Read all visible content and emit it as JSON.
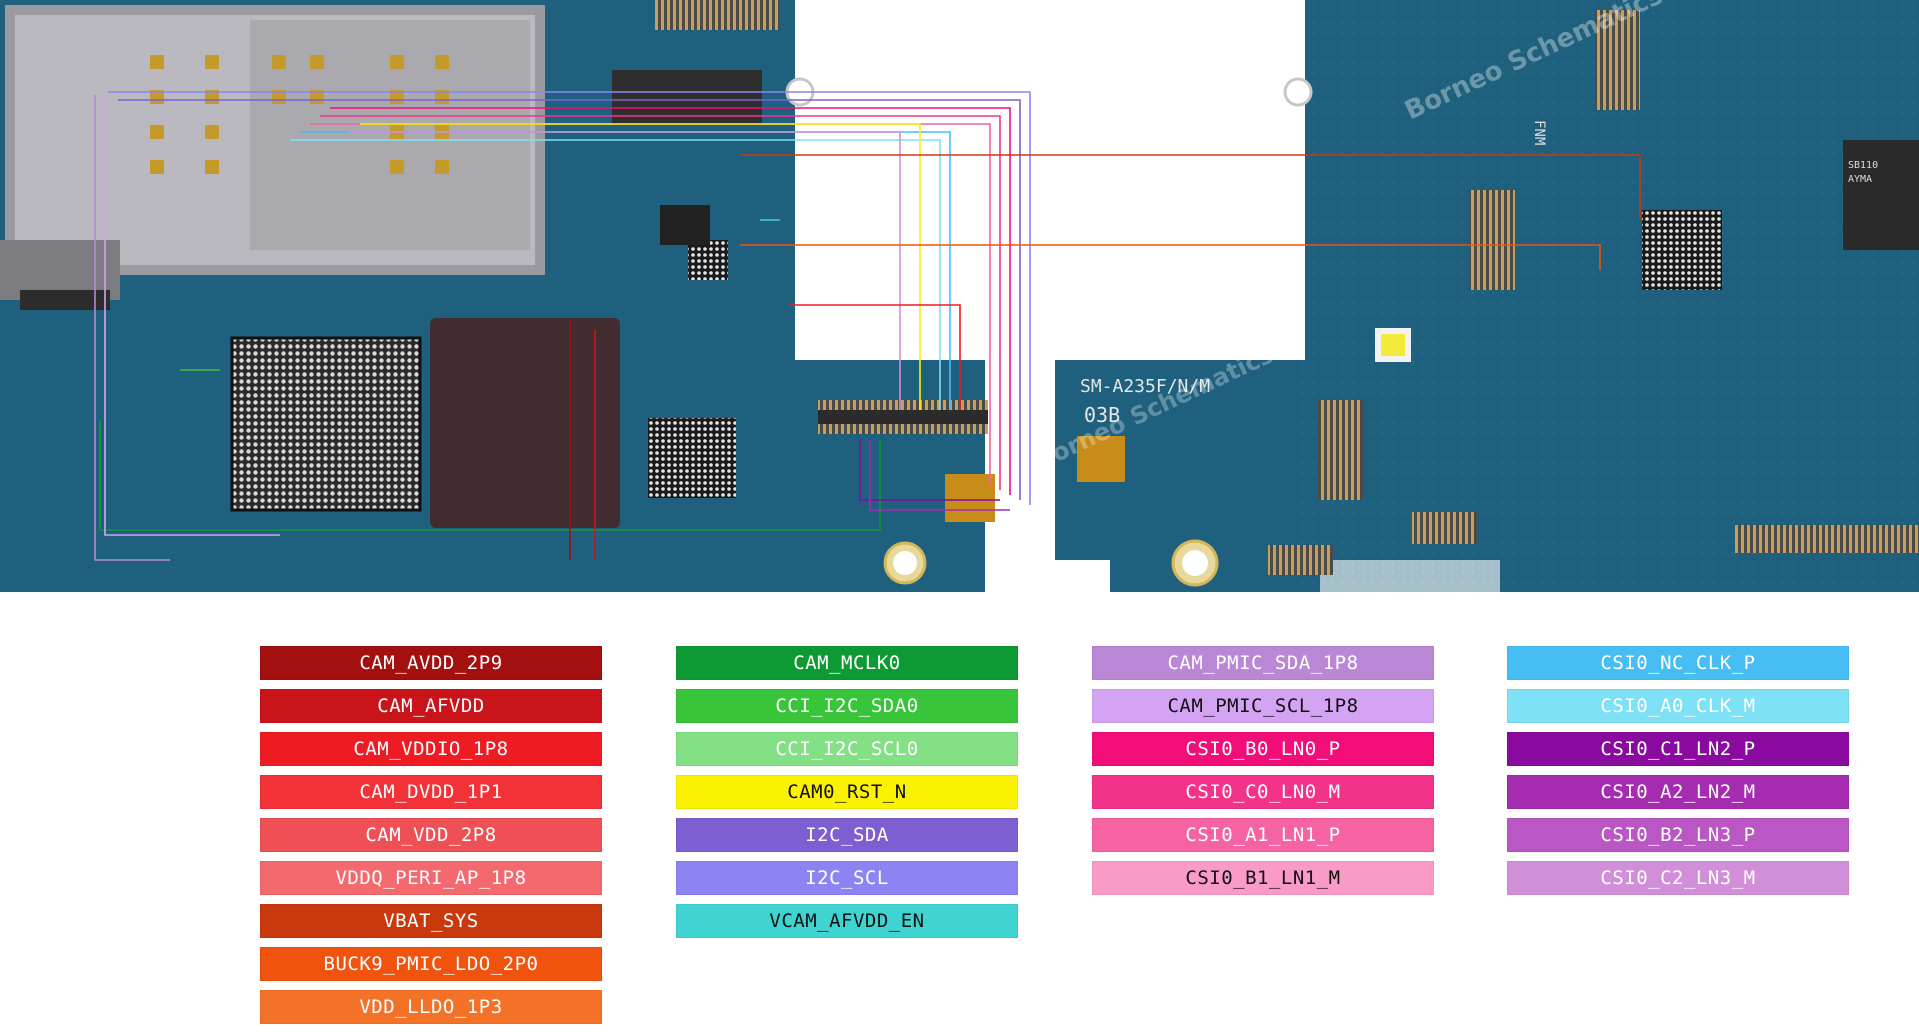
{
  "board": {
    "model_label": "SM-A235F/N/M",
    "rev_label": "03B",
    "chip_label_1": "SB110",
    "chip_label_2": "AYMA",
    "silk_label": "FNM",
    "watermark": "Borneo Schematics"
  },
  "legend": {
    "column1": [
      {
        "label": "CAM_AVDD_2P9",
        "color": "#a40f10"
      },
      {
        "label": "CAM_AFVDD",
        "color": "#c9151a"
      },
      {
        "label": "CAM_VDDIO_1P8",
        "color": "#ee1b23"
      },
      {
        "label": "CAM_DVDD_1P1",
        "color": "#f23237"
      },
      {
        "label": "CAM_VDD_2P8",
        "color": "#ee5055"
      },
      {
        "label": "VDDQ_PERI_AP_1P8",
        "color": "#f3696e"
      },
      {
        "label": "VBAT_SYS",
        "color": "#c8390d"
      },
      {
        "label": "BUCK9_PMIC_LDO_2P0",
        "color": "#f0530e"
      },
      {
        "label": "VDD_LLDO_1P3",
        "color": "#f47227"
      }
    ],
    "column2": [
      {
        "label": "CAM_MCLK0",
        "color": "#0d9a33"
      },
      {
        "label": "CCI_I2C_SDA0",
        "color": "#38c53a"
      },
      {
        "label": "CCI_I2C_SCL0",
        "color": "#84e085"
      },
      {
        "label": "CAM0_RST_N",
        "color": "#fbf202"
      },
      {
        "label": "I2C_SDA",
        "color": "#7d5fd2"
      },
      {
        "label": "I2C_SCL",
        "color": "#8e83f3"
      },
      {
        "label": "VCAM_AFVDD_EN",
        "color": "#3fd3d1"
      }
    ],
    "column3": [
      {
        "label": "CAM_PMIC_SDA_1P8",
        "color": "#b987d6"
      },
      {
        "label": "CAM_PMIC_SCL_1P8",
        "color": "#d4a3f4"
      },
      {
        "label": "CSI0_B0_LN0_P",
        "color": "#f30d78"
      },
      {
        "label": "CSI0_C0_LN0_M",
        "color": "#f3338a"
      },
      {
        "label": "CSI0_A1_LN1_P",
        "color": "#f663a3"
      },
      {
        "label": "CSI0_B1_LN1_M",
        "color": "#f99bc6"
      }
    ],
    "column4": [
      {
        "label": "CSI0_NC_CLK_P",
        "color": "#46bef3"
      },
      {
        "label": "CSI0_A0_CLK_M",
        "color": "#7fe1f6"
      },
      {
        "label": "CSI0_C1_LN2_P",
        "color": "#8a0aa0"
      },
      {
        "label": "CSI0_A2_LN2_M",
        "color": "#a52bb1"
      },
      {
        "label": "CSI0_B2_LN3_P",
        "color": "#bb57c4"
      },
      {
        "label": "CSI0_C2_LN3_M",
        "color": "#d18fd9"
      }
    ]
  }
}
